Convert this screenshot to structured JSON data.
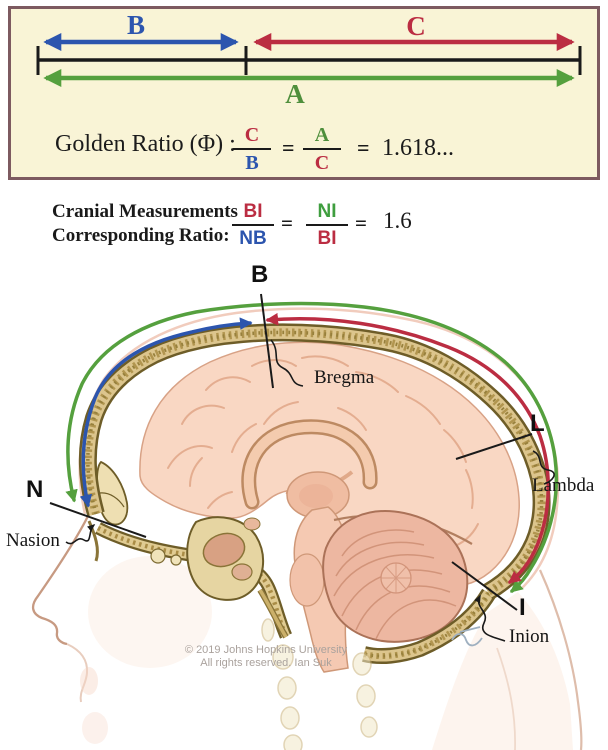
{
  "golden_panel": {
    "segment_labels": {
      "b": "B",
      "c": "C",
      "a": "A"
    },
    "title": "Golden Ratio (Φ) :",
    "fraction1": {
      "num": "C",
      "den": "B"
    },
    "fraction2": {
      "num": "A",
      "den": "C"
    },
    "equals": "=",
    "result": "1.618..."
  },
  "cranial": {
    "line1": "Cranial Measurements",
    "line2": "Corresponding Ratio:",
    "fraction1": {
      "num": "BI",
      "den": "NB"
    },
    "fraction2": {
      "num": "NI",
      "den": "BI"
    },
    "equals": "=",
    "result": "1.6"
  },
  "anatomy": {
    "points": {
      "bregma": {
        "abbr": "B",
        "name": "Bregma"
      },
      "nasion": {
        "abbr": "N",
        "name": "Nasion"
      },
      "lambda": {
        "abbr": "L",
        "name": "Lambda"
      },
      "inion": {
        "abbr": "I",
        "name": "Inion"
      }
    },
    "copyright": {
      "line1": "© 2019 Johns Hopkins University",
      "line2": "All rights reserved. Ian Suk"
    }
  },
  "colors": {
    "segment_b_blue": "#2c55ae",
    "segment_c_red": "#bb2d42",
    "segment_a_green": "#4f8f3c",
    "arc_green": "#55a03e",
    "panel_background": "#f9f4d6",
    "panel_border": "#7d5a60",
    "bone_tan": "#dcc58d",
    "bone_edge": "#6e5d28",
    "brain_pink": "#f9d7c3",
    "copyright_gray": "#aaa29d"
  }
}
